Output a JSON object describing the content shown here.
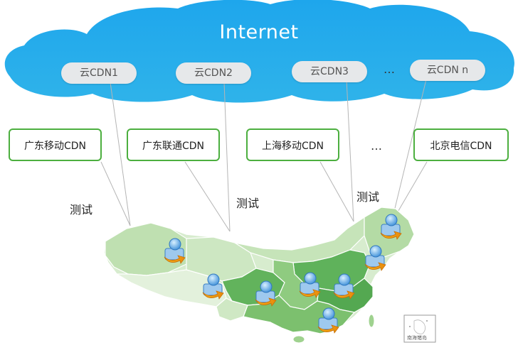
{
  "cloud": {
    "title": "Internet",
    "color": "#22aaea"
  },
  "cloud_cdns": [
    {
      "label": "云CDN1"
    },
    {
      "label": "云CDN2"
    },
    {
      "label": "云CDN3"
    },
    {
      "label": "云CDN n"
    }
  ],
  "cloud_ellipsis": "…",
  "isp_nodes": [
    {
      "label": "广东移动CDN"
    },
    {
      "label": "广东联通CDN"
    },
    {
      "label": "上海移动CDN"
    },
    {
      "label": "北京电信CDN"
    }
  ],
  "isp_ellipsis": "…",
  "test_labels": [
    "测试",
    "测试",
    "测试"
  ],
  "map": {
    "inset_label": "南海诸岛"
  },
  "colors": {
    "node_border": "#4caf3f",
    "map_light": "#cfe8c4",
    "map_mid": "#9fd28f",
    "map_dark": "#5cae5a"
  }
}
